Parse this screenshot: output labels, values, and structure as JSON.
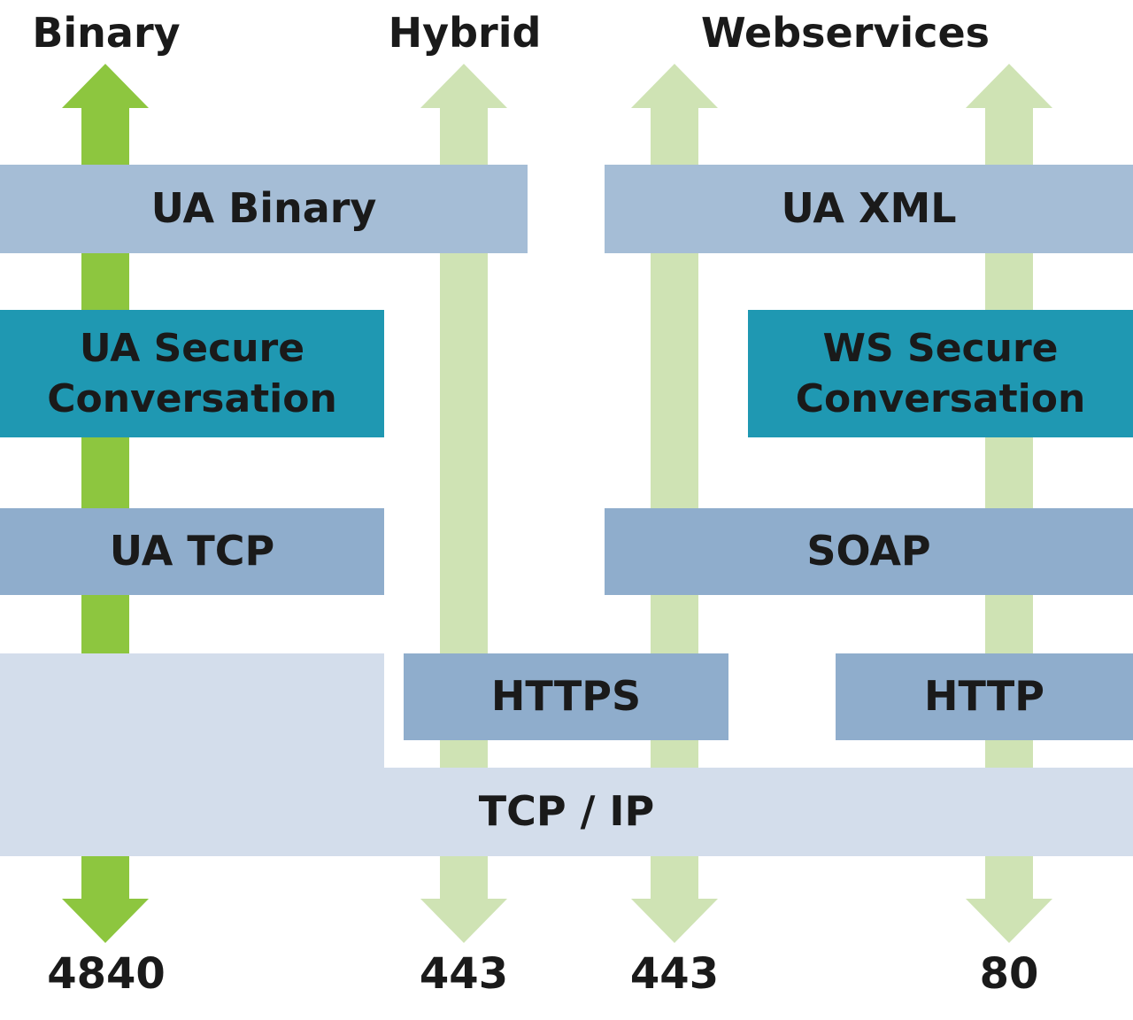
{
  "columns": {
    "binary": "Binary",
    "hybrid": "Hybrid",
    "webservices": "Webservices"
  },
  "layers": {
    "ua_binary": "UA Binary",
    "ua_xml": "UA XML",
    "ua_secure_conversation": "UA Secure\nConversation",
    "ws_secure_conversation": "WS Secure\nConversation",
    "ua_tcp": "UA TCP",
    "soap": "SOAP",
    "https": "HTTPS",
    "http": "HTTP",
    "tcp_ip": "TCP / IP"
  },
  "ports": {
    "binary": "4840",
    "hybrid": "443",
    "webservices_https": "443",
    "webservices_http": "80"
  },
  "colors": {
    "binary_arrow": "#8dc63f",
    "other_arrows": "#cfe3b4",
    "layer_blue": "#a5bdd6",
    "layer_steel": "#8fadcc",
    "layer_teal": "#1f98b2",
    "layer_pale": "#d3ddeb"
  }
}
